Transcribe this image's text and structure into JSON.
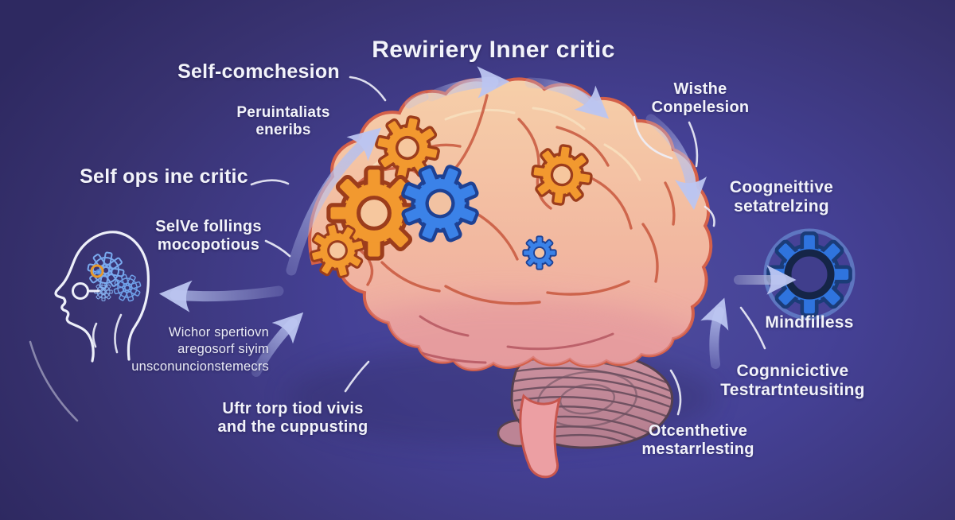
{
  "title": "Rewiriery Inner critic",
  "labels": {
    "self_comchesion": "Self-comchesion",
    "peruintaliats": [
      "Peruintaliats",
      "eneribs"
    ],
    "self_ops": "Self ops ine critic",
    "selve_follings": [
      "SelVe follings",
      "mocopotious"
    ],
    "wichor": [
      "Wichor spertiovn",
      "aregosorf siyim",
      "unsconuncionstemecrs"
    ],
    "uftr": [
      "Uftr torp tiod vivis",
      "and the cuppusting"
    ],
    "wisthe": [
      "Wisthe",
      "Conpelesion"
    ],
    "coogneittive": [
      "Coogneittive",
      "setatrelzing"
    ],
    "mindfilless": "Mindfilless",
    "cognnicictive": [
      "Cognnicictive",
      "Testrartnteusiting"
    ],
    "otcenthetive": [
      "Otcenthetive",
      "mestarrlesting"
    ]
  },
  "icons": [
    "brain-illustration",
    "gear-icon",
    "mindfulness-gear-icon",
    "head-profile-icon",
    "flow-arrow",
    "connector-line"
  ],
  "colors": {
    "background_outer": "#2F2A64",
    "background_inner": "#4D4C9B",
    "arrow": "#B6C0EE",
    "text": "#F2F3FA",
    "gear_orange": "#F2992F",
    "gear_orange_edge": "#9C3D1C",
    "gear_blue": "#3B82E8",
    "gear_blue_edge": "#1E4193",
    "brain_light": "#F6CFA9",
    "brain_dark": "#EBA3A4",
    "brain_outline": "#D4604A",
    "cerebellum": "#C5879A",
    "head_outline": "#EDEFF9"
  }
}
